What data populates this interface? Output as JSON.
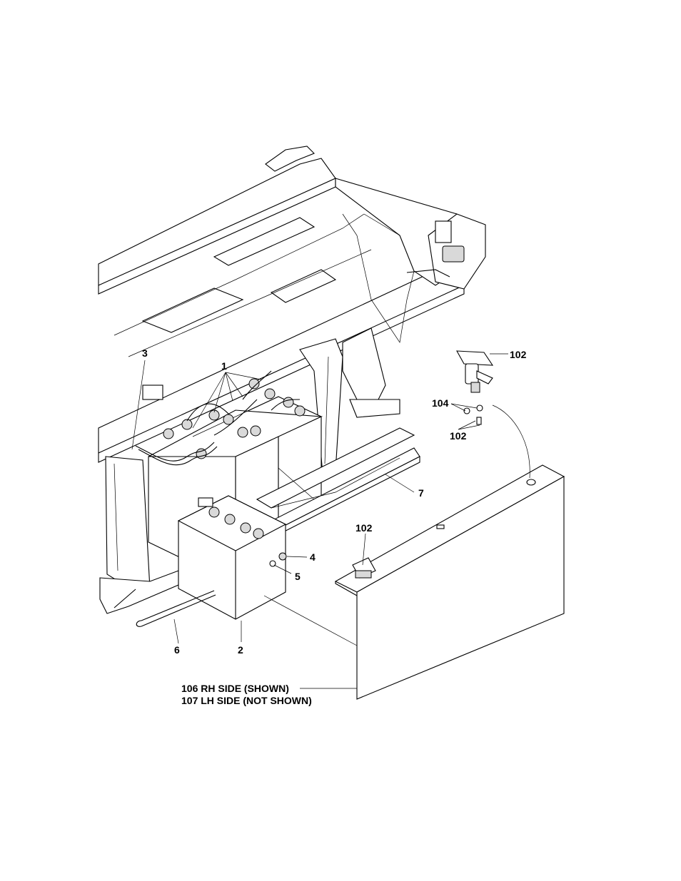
{
  "callouts": {
    "c1": "1",
    "c2": "2",
    "c3": "3",
    "c4": "4",
    "c5": "5",
    "c6": "6",
    "c7": "7",
    "c102a": "102",
    "c102b": "102",
    "c102c": "102",
    "c104": "104"
  },
  "cover_labels": {
    "line1": "106 RH SIDE (SHOWN)",
    "line2": "107 LH SIDE (NOT SHOWN)"
  }
}
